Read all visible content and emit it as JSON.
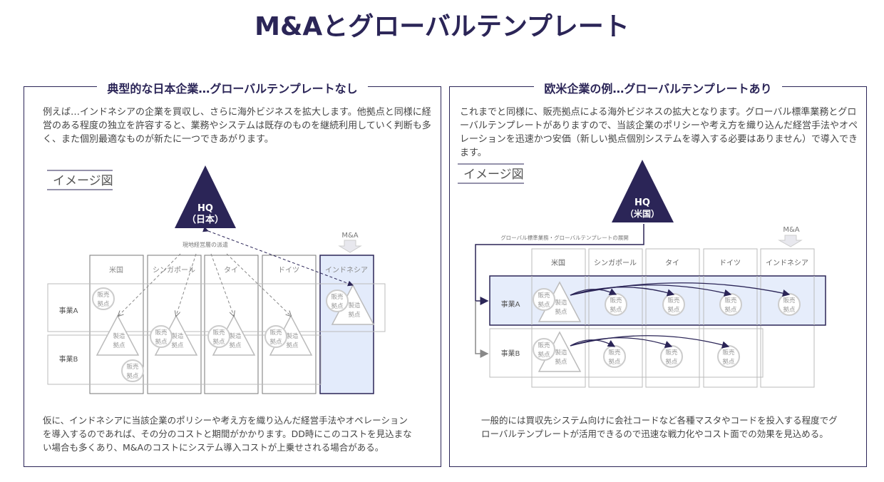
{
  "title": "M&Aとグローバルテンプレート",
  "left": {
    "title": "典型的な日本企業…グローバルテンプレートなし",
    "intro": "例えば…インドネシアの企業を買収し、さらに海外ビジネスを拡大します。他拠点と同様に経営のある程度の独立を許容すると、業務やシステムは既存のものを継続利用していく判断も多く、また個別最適なものが新たに一つできあがります。",
    "image_label": "イメージ図",
    "hq": "HQ",
    "hq_country": "（日本）",
    "dispatch_label": "現地経営層の派遣",
    "ma": "M&A",
    "footer": "仮に、インドネシアに当該企業のポリシーや考え方を織り込んだ経営手法やオペレーションを導入するのであれば、その分のコストと期間がかかります。DD時にこのコストを見込まない場合も多くあり、M&Aのコストにシステム導入コストが上乗せされる場合がある。"
  },
  "right": {
    "title": "欧米企業の例…グローバルテンプレートあり",
    "intro": "これまでと同様に、販売拠点による海外ビジネスの拡大となります。グローバル標準業務とグローバルテンプレートがありますので、当該企業のポリシーや考え方を織り込んだ経営手法やオペレーションを迅速かつ安価（新しい拠点個別システムを導入する必要はありません）で導入できます。",
    "image_label": "イメージ図",
    "hq": "HQ",
    "hq_country": "（米国）",
    "deploy_label": "グローバル標準業務・グローバルテンプレートの展開",
    "ma": "M&A",
    "footer": "一般的には買収先システム向けに会社コードなど各種マスタやコードを投入する程度でグローバルテンプレートが活用できるので迅速な戦力化やコスト面での効果を見込める。"
  },
  "countries": [
    "米国",
    "シンガポール",
    "タイ",
    "ドイツ",
    "インドネシア"
  ],
  "businesses": [
    "事業A",
    "事業B"
  ],
  "sales": [
    "販売",
    "拠点"
  ],
  "mfg": [
    "製造",
    "拠点"
  ],
  "colors": {
    "navy": "#2b2557",
    "highlight": "#e3ebfb"
  }
}
